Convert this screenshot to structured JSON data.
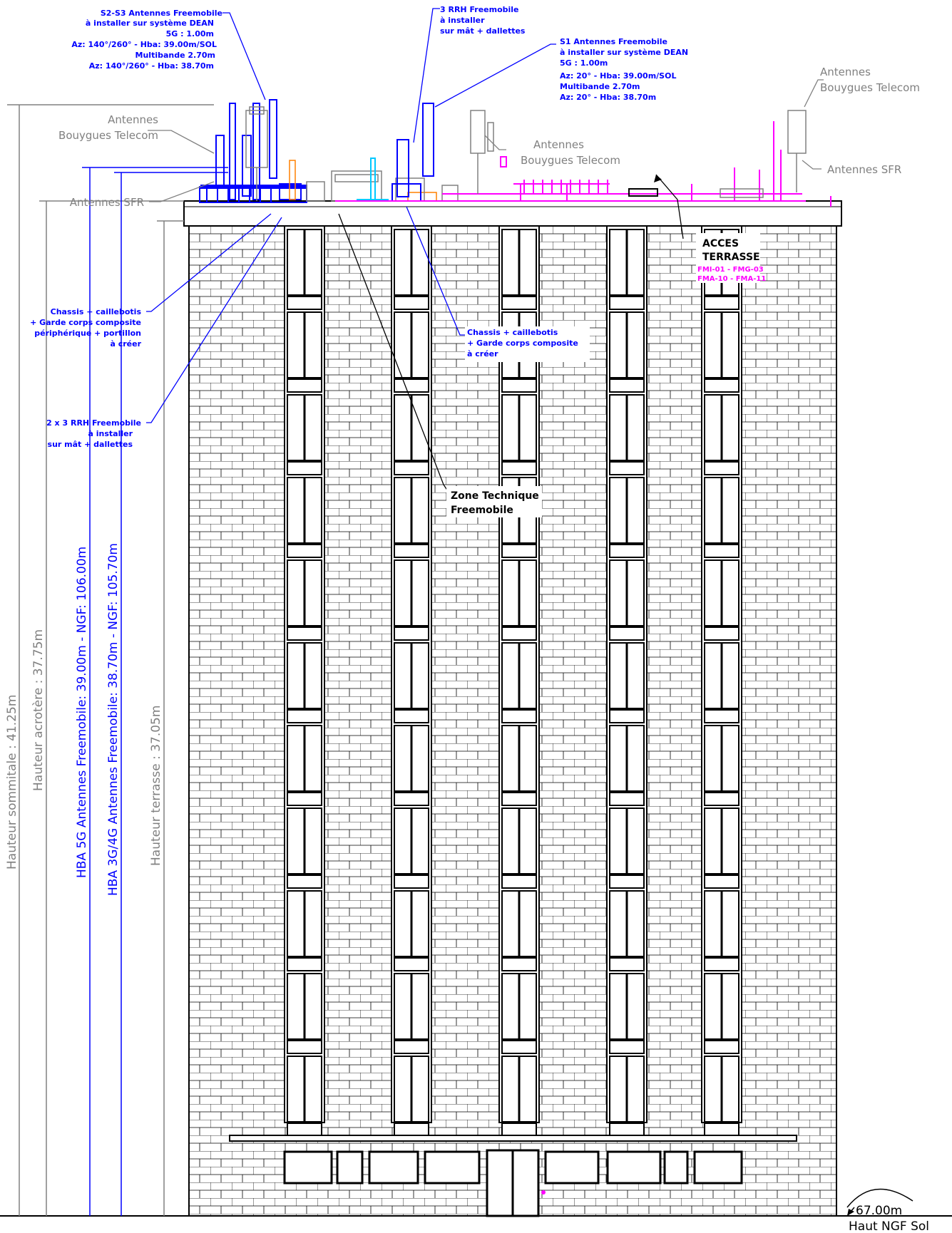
{
  "annotations": {
    "s2s3": [
      "S2-S3 Antennes Freemobile",
      "à installer sur système DEAN",
      "5G : 1.00m",
      "Az: 140°/260° - Hba: 39.00m/SOL",
      "Multibande 2.70m",
      "Az: 140°/260° - Hba: 38.70m"
    ],
    "rrh3": [
      "3 RRH Freemobile",
      "à installer",
      "sur mât + dallettes"
    ],
    "s1": [
      "S1 Antennes Freemobile",
      "à installer sur système DEAN",
      "5G : 1.00m",
      "Az: 20° - Hba: 39.00m/SOL",
      "Multibande 2.70m",
      "Az: 20° - Hba: 38.70m"
    ],
    "bouygues_top_right": [
      "Antennes",
      "Bouygues Telecom"
    ],
    "bouygues_left": [
      "Antennes",
      "Bouygues Telecom"
    ],
    "bouygues_mid": [
      "Antennes",
      "Bouygues Telecom"
    ],
    "sfr_left": "Antennes SFR",
    "sfr_right": "Antennes SFR",
    "acces": [
      "ACCES",
      "TERRASSE"
    ],
    "acces_codes": [
      "FMI-01 - FMG-03",
      "FMA-10 - FMA-11"
    ],
    "chassis_left": [
      "Chassis + caillebotis",
      "+ Garde corps composite",
      "périphérique + portillon",
      "à créer"
    ],
    "chassis_mid": [
      "Chassis + caillebotis",
      "+ Garde corps composite",
      "à créer"
    ],
    "rrh_2x3": [
      "2 x 3 RRH Freemobile",
      "à installer",
      "sur mât + dallettes"
    ],
    "zone_tech": [
      "Zone Technique",
      "Freemobile"
    ]
  },
  "dimensions": {
    "sommitale": "Hauteur sommitale : 41.25m",
    "acrotere": "Hauteur acrotère : 37.75m",
    "hba5g": "HBA 5G Antennes Freemobile: 39.00m - NGF: 106.00m",
    "hba3g4g": "HBA 3G/4G Antennes Freemobile: 38.70m - NGF: 105.70m",
    "terrasse": "Hauteur terrasse : 37.05m"
  },
  "ground": {
    "ngf_value": "67.00m",
    "ngf_label": "Haut NGF Sol"
  },
  "colors": {
    "freemobile_blue": "#0000ff",
    "bouygues_magenta": "#ff00ff",
    "gray": "#808080",
    "black": "#000000",
    "orange": "#ff8000",
    "cyan": "#00c8ff"
  }
}
